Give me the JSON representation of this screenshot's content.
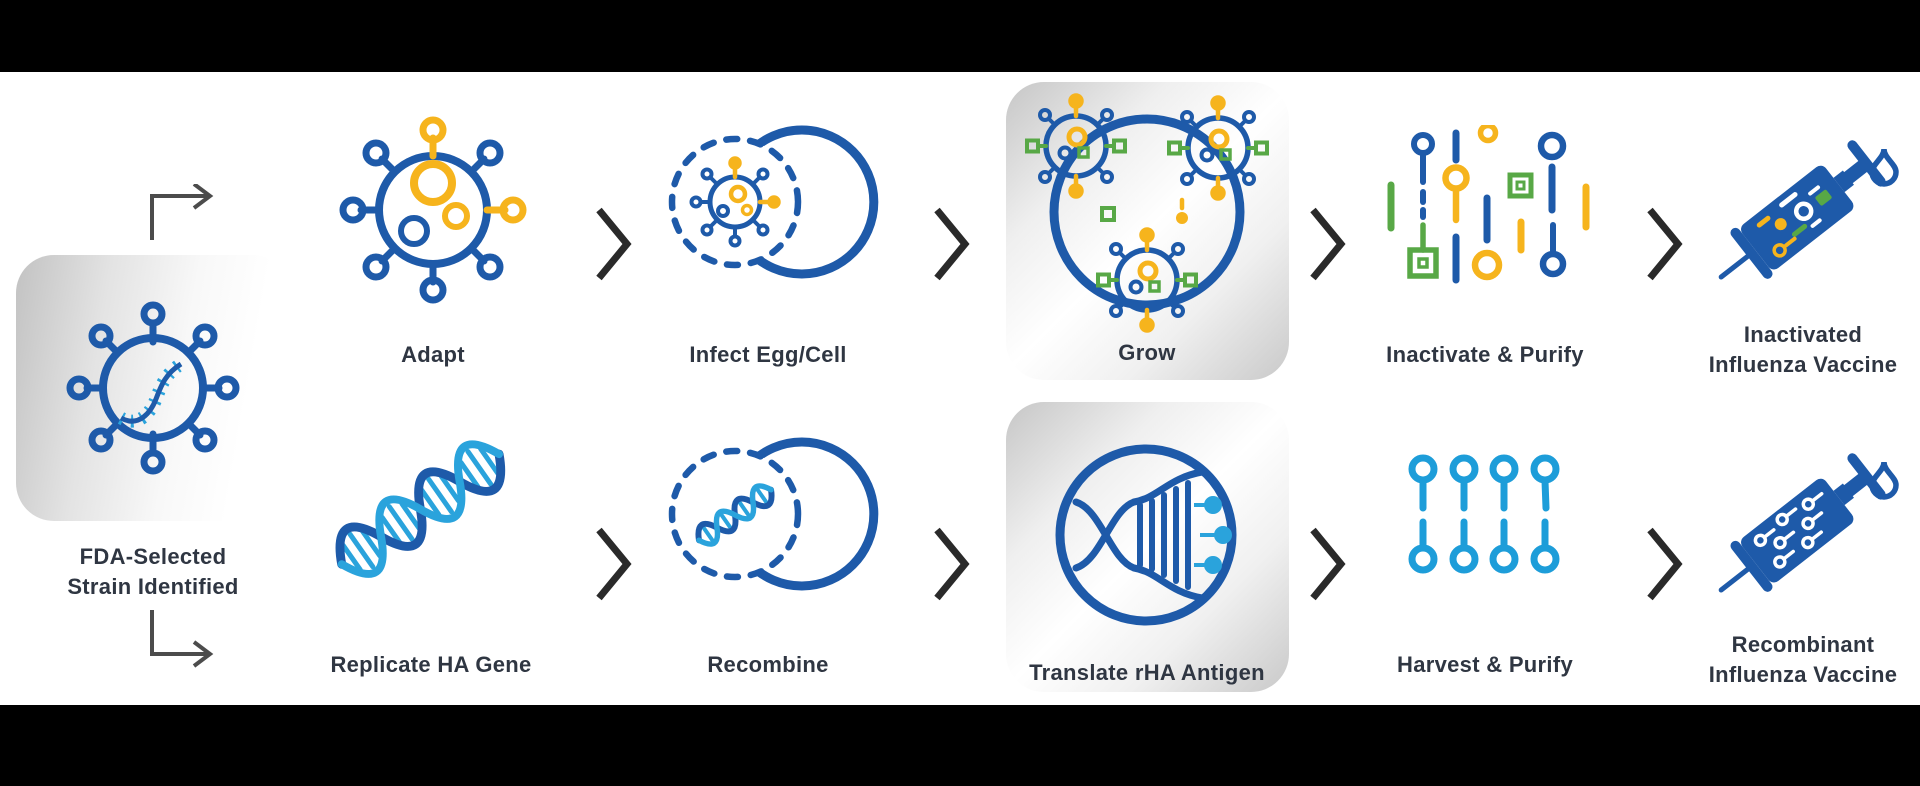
{
  "colors": {
    "blue": "#1e5aa9",
    "cyan": "#2aa3dc",
    "yellow": "#f6b41d",
    "green": "#58a846",
    "label_text": "#2f3642",
    "connector": "#2d2d2d",
    "branch_arrow": "#4c4c4c",
    "letterbox": "#000000",
    "background": "#ffffff"
  },
  "source": {
    "icon": "virus-strain-icon",
    "label_line1": "FDA-Selected",
    "label_line2": "Strain Identified"
  },
  "connectors": {
    "branch_up": "elbow-arrow-up-right-icon",
    "branch_down": "elbow-arrow-down-right-icon",
    "step": "chevron-right-icon"
  },
  "rows": {
    "top": {
      "steps": [
        {
          "label": "Adapt",
          "icon": "adapted-virus-icon"
        },
        {
          "label": "Infect Egg/Cell",
          "icon": "virus-entering-cell-icon"
        },
        {
          "label": "Grow",
          "icon": "virus-culture-icon",
          "highlighted": true
        },
        {
          "label": "Inactivate & Purify",
          "icon": "virus-fragments-icon"
        },
        {
          "label": "Inactivated",
          "label2": "Influenza Vaccine",
          "icon": "syringe-droplet-icon"
        }
      ]
    },
    "bottom": {
      "steps": [
        {
          "label": "Replicate HA Gene",
          "icon": "dna-helix-icon"
        },
        {
          "label": "Recombine",
          "icon": "dna-in-cell-icon"
        },
        {
          "label": "Translate rHA Antigen",
          "icon": "dna-translation-icon",
          "highlighted": true
        },
        {
          "label": "Harvest & Purify",
          "icon": "antigen-particles-icon"
        },
        {
          "label": "Recombinant",
          "label2": "Influenza Vaccine",
          "icon": "syringe-droplet-icon"
        }
      ]
    }
  }
}
